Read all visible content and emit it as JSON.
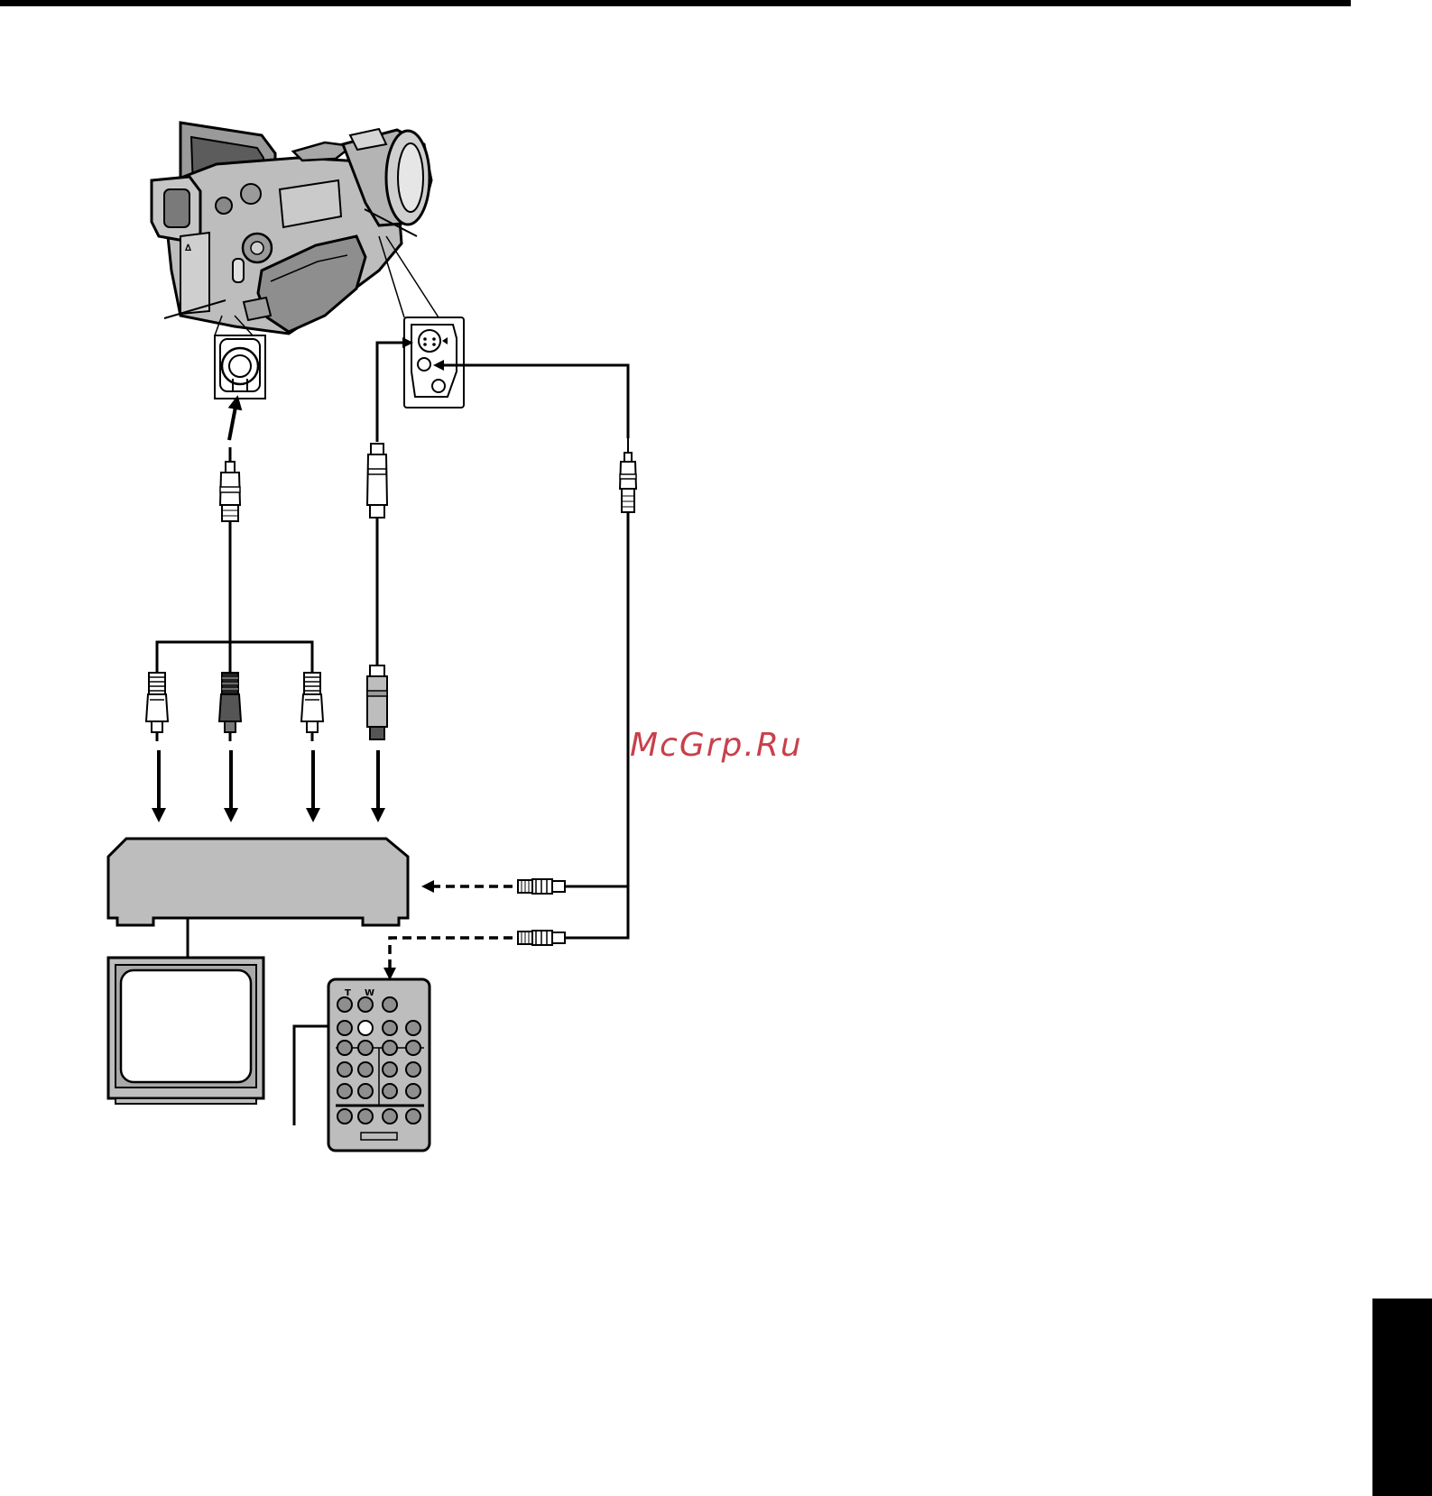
{
  "watermark": {
    "text": "McGrp.Ru",
    "color": "#c8404a"
  },
  "remote": {
    "button_labels": {
      "tele": "T",
      "wide": "W"
    }
  },
  "colors": {
    "device_fill": "#bdbdbd",
    "line": "#000000",
    "page_background": "#ffffff"
  }
}
